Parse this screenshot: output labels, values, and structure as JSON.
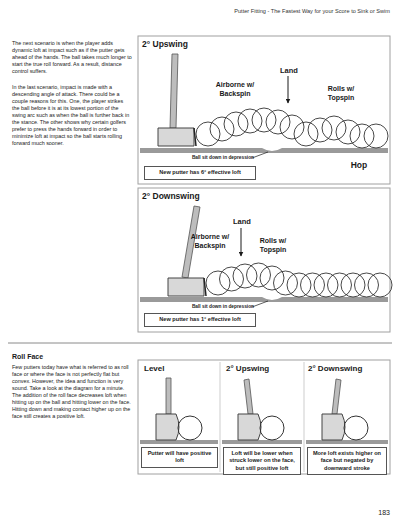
{
  "diagram": {
    "title": "Putter Fitting - The Fastest Way for your Score to Sink or Swim",
    "nodes": [
      {
        "text": [
          "New putter has 6° effective loft"
        ]
      },
      {
        "text": [
          "New putter has 1° effective loft"
        ]
      },
      {
        "text": [
          "Putter will have positive loft"
        ]
      },
      {
        "text": [
          "Loft will be lower when struck lower on the face, but still positive loft"
        ]
      },
      {
        "text": [
          "More loft exists higher on face but negated by downward stroke"
        ]
      }
    ],
    "labels": [
      "The next scenario is when the player adds dynamic loft at impact such as if the putter gets ahead of the hands. The ball takes much longer to start the true roll forward. As a result, distance control suffers.",
      "In the last scenario, impact is made with a descending angle of attack. There could be a couple reasons for this. One, the player strikes the ball before it is at its lowest portion of the swing arc such as when the ball is further back in the stance. The other shows why certain golfers prefer to press the hands forward in order to minimize loft at impact so the ball starts rolling forward much sooner.",
      "2° Upswing",
      "Land",
      "Airborne w/ Backspin",
      "Rolls w/ Topspin",
      "Ball sit down in depression",
      "Hop",
      "2° Downswing",
      "Land",
      "Airborne w/ Backspin",
      "Rolls w/ Topspin",
      "Ball sit down in depression",
      "Roll Face",
      "Few putters today have what is referred to as roll face or where the face is not perfectly flat but convex. However, the idea and function is very sound. Take a look at the diagram for a minute. The addition of the roll face decreases loft when hitting up on the ball and hitting lower on the face. Hitting down and making contact higher up on the face still creates a positive loft.",
      "Level",
      "2° Upswing",
      "2° Downswing",
      "183"
    ]
  }
}
